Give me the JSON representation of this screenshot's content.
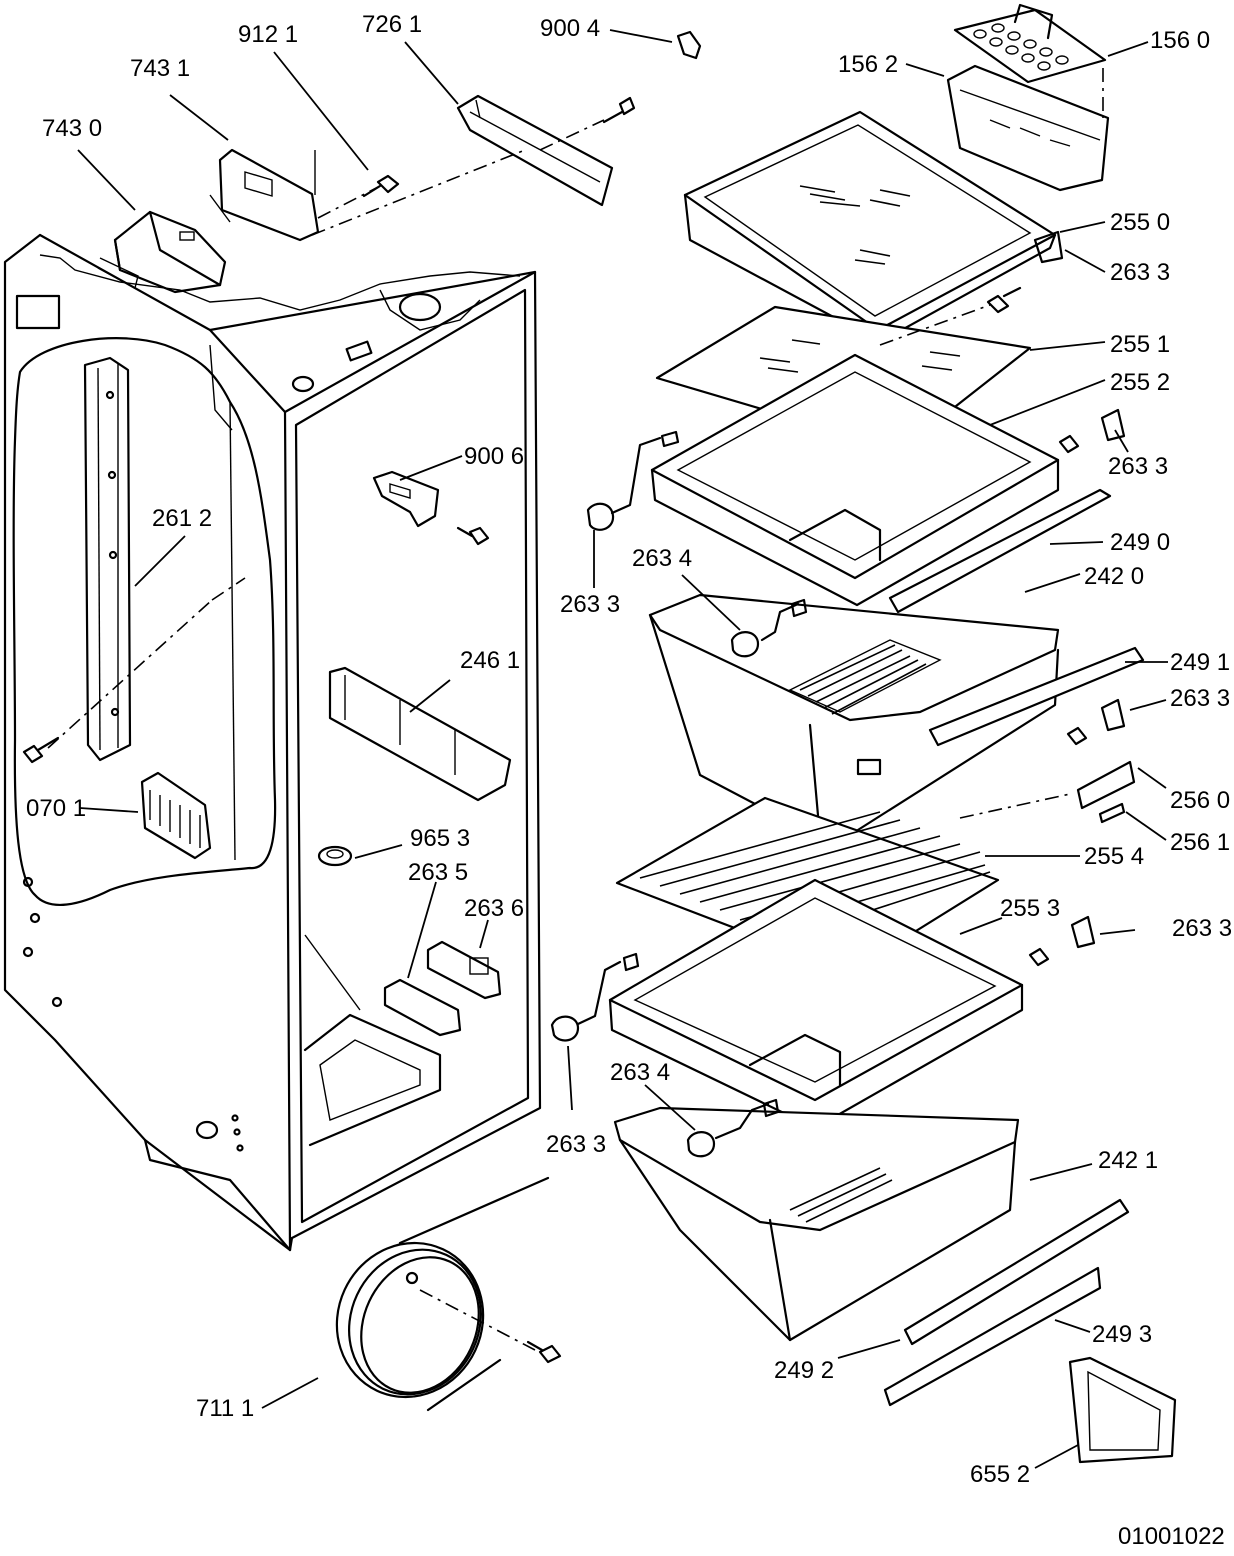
{
  "labels": [
    {
      "id": "l7430",
      "text": "743 0"
    },
    {
      "id": "l7431",
      "text": "743 1"
    },
    {
      "id": "l9121",
      "text": "912 1"
    },
    {
      "id": "l7261",
      "text": "726 1"
    },
    {
      "id": "l9004",
      "text": "900 4"
    },
    {
      "id": "l1562",
      "text": "156 2"
    },
    {
      "id": "l1560",
      "text": "156 0"
    },
    {
      "id": "l2550",
      "text": "255 0"
    },
    {
      "id": "l2633a",
      "text": "263 3"
    },
    {
      "id": "l2551",
      "text": "255 1"
    },
    {
      "id": "l2552",
      "text": "255 2"
    },
    {
      "id": "l2633b",
      "text": "263 3"
    },
    {
      "id": "l9006",
      "text": "900 6"
    },
    {
      "id": "l2612",
      "text": "261 2"
    },
    {
      "id": "l2490",
      "text": "249 0"
    },
    {
      "id": "l2634a",
      "text": "263 4"
    },
    {
      "id": "l2420",
      "text": "242 0"
    },
    {
      "id": "l2633c",
      "text": "263 3"
    },
    {
      "id": "l2461",
      "text": "246 1"
    },
    {
      "id": "l2491",
      "text": "249 1"
    },
    {
      "id": "l2633d",
      "text": "263 3"
    },
    {
      "id": "l0701",
      "text": "070 1"
    },
    {
      "id": "l2560",
      "text": "256 0"
    },
    {
      "id": "l2561",
      "text": "256 1"
    },
    {
      "id": "l9653",
      "text": "965 3"
    },
    {
      "id": "l2635",
      "text": "263 5"
    },
    {
      "id": "l2554",
      "text": "255 4"
    },
    {
      "id": "l2636",
      "text": "263 6"
    },
    {
      "id": "l2553",
      "text": "255 3"
    },
    {
      "id": "l2633e",
      "text": "263 3"
    },
    {
      "id": "l2634b",
      "text": "263 4"
    },
    {
      "id": "l2633f",
      "text": "263 3"
    },
    {
      "id": "l2421",
      "text": "242 1"
    },
    {
      "id": "l2493",
      "text": "249 3"
    },
    {
      "id": "l2492",
      "text": "249 2"
    },
    {
      "id": "l7111",
      "text": "711 1"
    },
    {
      "id": "l6552",
      "text": "655 2"
    }
  ],
  "diagram_code": "01001022"
}
